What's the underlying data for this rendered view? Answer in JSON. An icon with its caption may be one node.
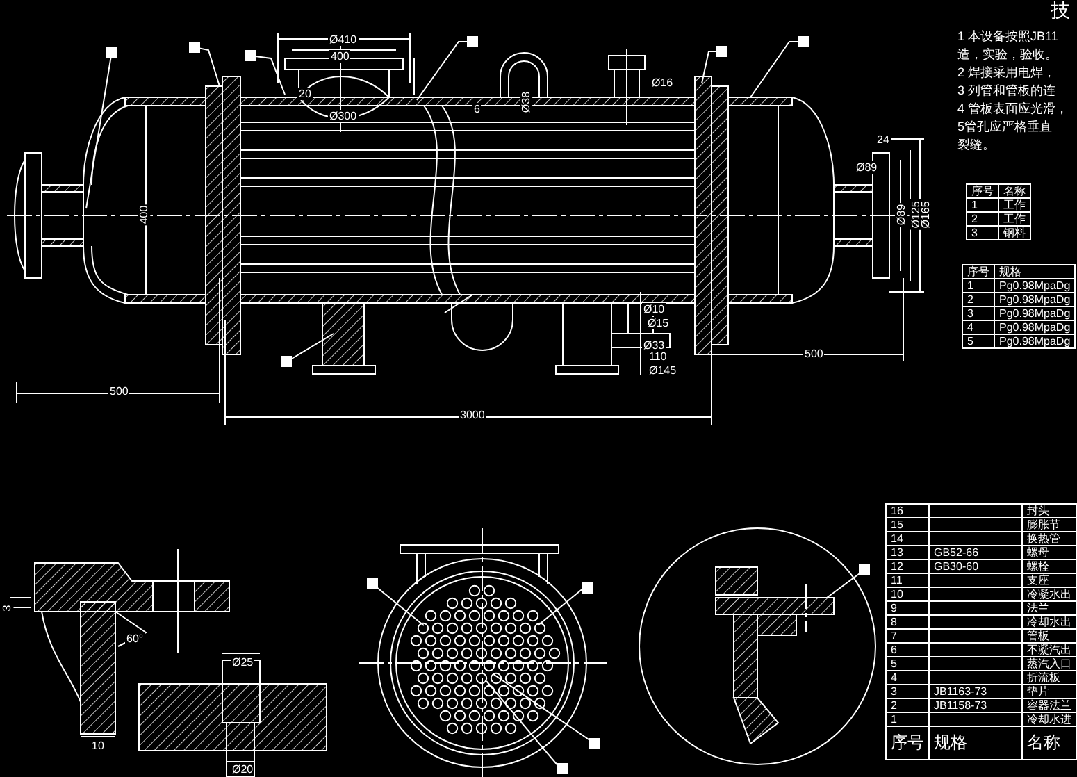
{
  "diagram": {
    "labels": [
      "技",
      "1 本设备按照JB11",
      "造，实验，验收。",
      "2 焊接采用电焊，",
      "3 列管和管板的连",
      "4 管板表面应光滑，",
      "5管孔应严格垂直",
      "裂缝。",
      "Ø410",
      "400",
      "20",
      "Ø300",
      "400",
      "500",
      "3000",
      "6",
      "Ø38",
      "Ø16",
      "24",
      "Ø89",
      "Ø89",
      "Ø125",
      "Ø165",
      "Ø10",
      "Ø15",
      "Ø33",
      "110",
      "Ø145",
      "500",
      "3",
      "60°",
      "10",
      "Ø25",
      "Ø20",
      "序号",
      "名称",
      "1",
      "工作",
      "2",
      "工作",
      "3",
      "钢料",
      "序号",
      "规格",
      "1",
      "Pg0.98MpaDg",
      "2",
      "Pg0.98MpaDg",
      "3",
      "Pg0.98MpaDg",
      "4",
      "Pg0.98MpaDg",
      "5",
      "Pg0.98MpaDg",
      "16",
      "封头",
      "15",
      "膨胀节",
      "14",
      "换热管",
      "13",
      "GB52-66",
      "螺母",
      "12",
      "GB30-60",
      "螺栓",
      "11",
      "支座",
      "10",
      "冷凝水出",
      "9",
      "法兰",
      "8",
      "冷却水出",
      "7",
      "管板",
      "6",
      "不凝汽出",
      "5",
      "蒸汽入口",
      "4",
      "折流板",
      "3",
      "JB1163-73",
      "垫片",
      "2",
      "JB1158-73",
      "容器法兰",
      "1",
      "冷却水进",
      "序号",
      "规格",
      "名称"
    ]
  }
}
